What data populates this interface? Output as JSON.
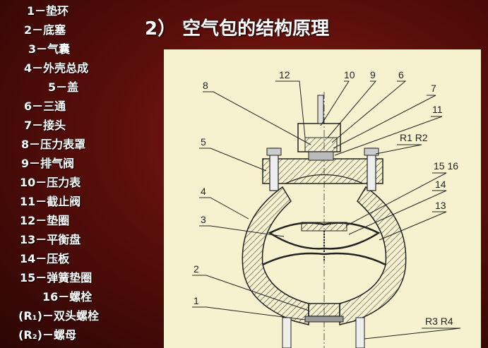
{
  "title": "2） 空气包的结构原理",
  "legend": [
    "1－垫环",
    "2－底塞",
    "3－气囊",
    "4－外壳总成",
    "5－盖",
    "6－三通",
    "7－接头",
    "8－压力表罩",
    "9－排气阀",
    "10－压力表",
    "11－截止阀",
    "12－垫圈",
    "13－平衡盘",
    "14－压板",
    "15－弹簧垫圈",
    "16－螺栓",
    "(R₁)－双头螺栓",
    "(R₂)－螺母"
  ],
  "drawing_labels": {
    "l12": "12",
    "l10": "10",
    "l9": "9",
    "l6": "6",
    "l7": "7",
    "l8": "8",
    "l11": "11",
    "r1r2": "R1 R2",
    "l5": "5",
    "l15_16": "15 16",
    "l14": "14",
    "l4": "4",
    "l13": "13",
    "l3": "3",
    "l2": "2",
    "l1": "1",
    "r3r4": "R3 R4"
  },
  "colors": {
    "background": "#5a0e0a",
    "panel": "#f6f1cf",
    "text": "#ffffff",
    "line": "#222222"
  }
}
